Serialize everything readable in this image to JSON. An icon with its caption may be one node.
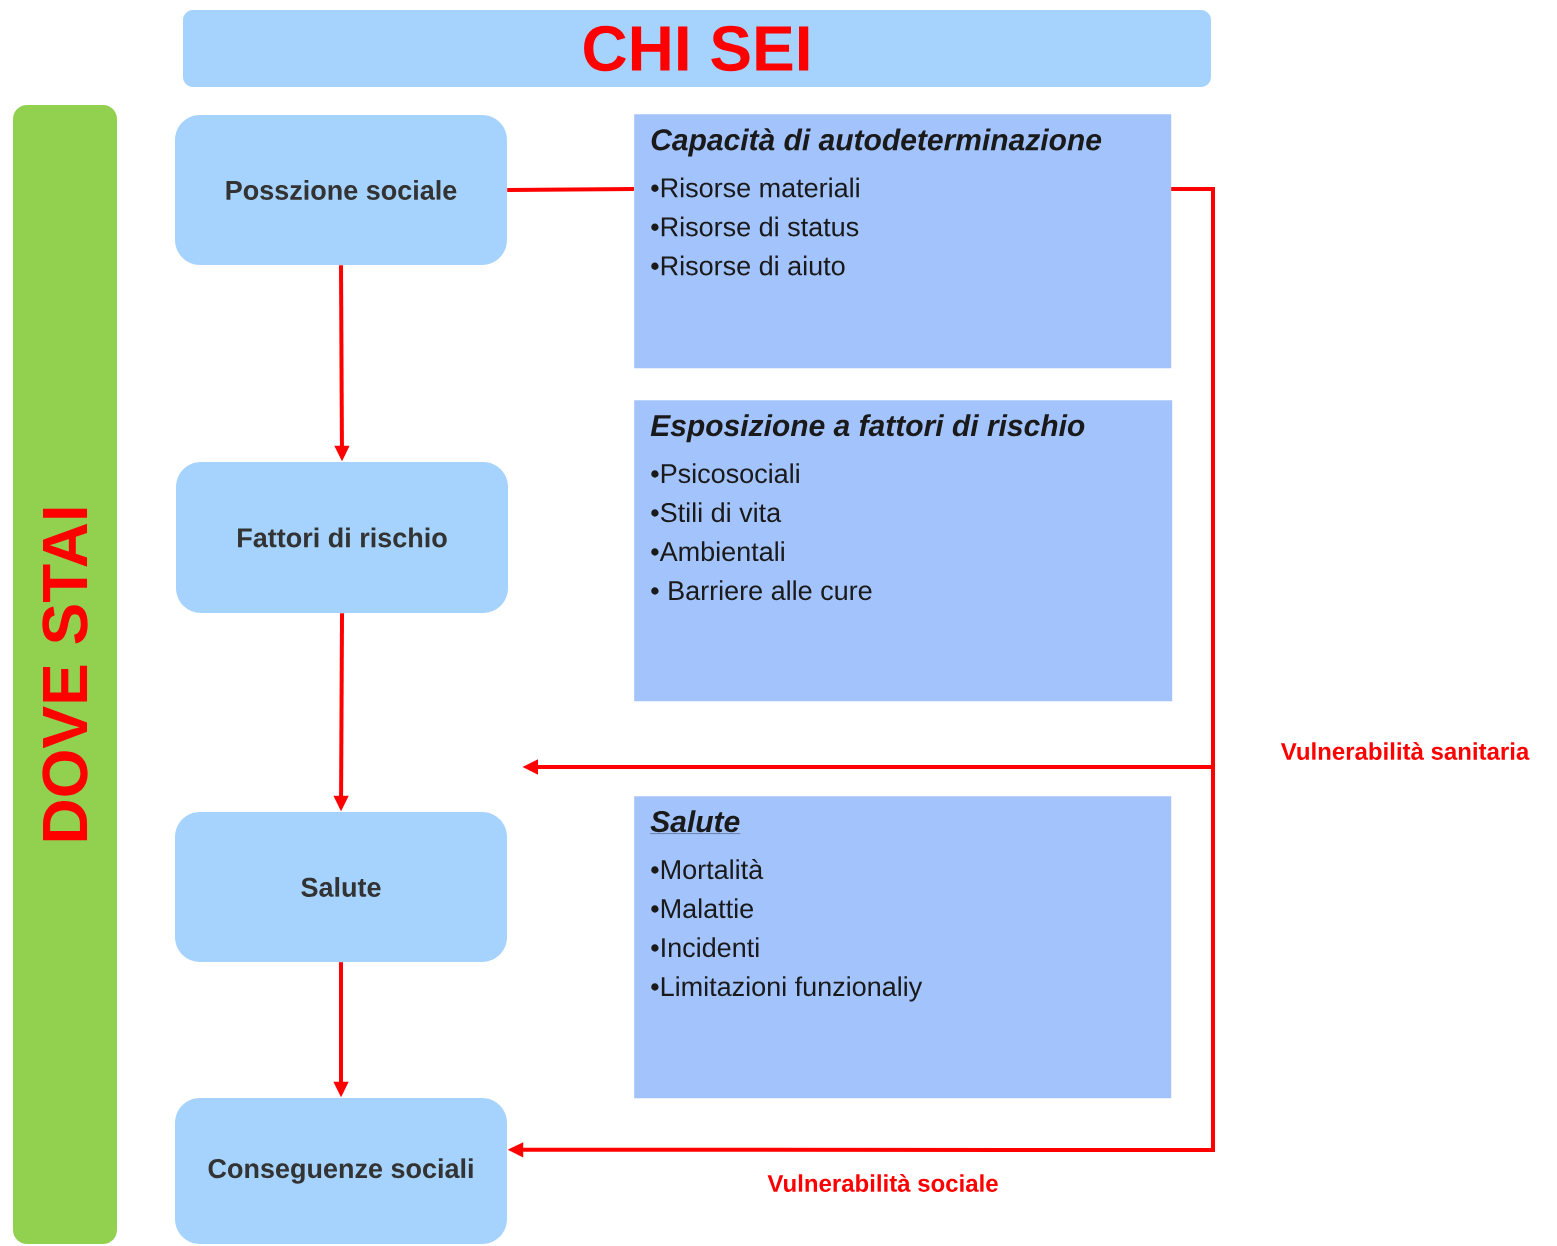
{
  "diagram": {
    "nodes": [
      {
        "text": [
          "CHI SEI"
        ]
      },
      {
        "text": [
          "DOVE STAI"
        ]
      },
      {
        "text": [
          "Posszione sociale"
        ]
      },
      {
        "text": [
          "Fattori di rischio"
        ]
      },
      {
        "text": [
          "Salute"
        ]
      },
      {
        "text": [
          "Conseguenze sociali"
        ]
      },
      {
        "text": [
          "Capacità di autodeterminazione",
          "•Risorse materiali",
          "•Risorse di status",
          "•Risorse di aiuto"
        ]
      },
      {
        "text": [
          "Esposizione a fattori di rischio",
          "•Psicosociali",
          "•Stili di vita",
          "•Ambientali",
          "• Barriere alle cure"
        ]
      },
      {
        "text": [
          "Salute",
          "•Mortalità",
          "•Malattie",
          "•Incidenti",
          "•Limitazioni funzionaliy"
        ]
      }
    ],
    "edges": [
      {
        "from": 2,
        "to": 3,
        "arrow": "to"
      },
      {
        "from": 3,
        "to": 4,
        "arrow": "to"
      },
      {
        "from": 4,
        "to": 5,
        "arrow": "to"
      },
      {
        "from": 2,
        "to": 6,
        "arrow": "none"
      },
      {
        "from": 6,
        "to": null,
        "arrow": "to",
        "label": "Vulnerabilità sanitaria"
      },
      {
        "from": 6,
        "to": 5,
        "arrow": "to",
        "label": "Vulnerabilità sociale"
      }
    ]
  }
}
